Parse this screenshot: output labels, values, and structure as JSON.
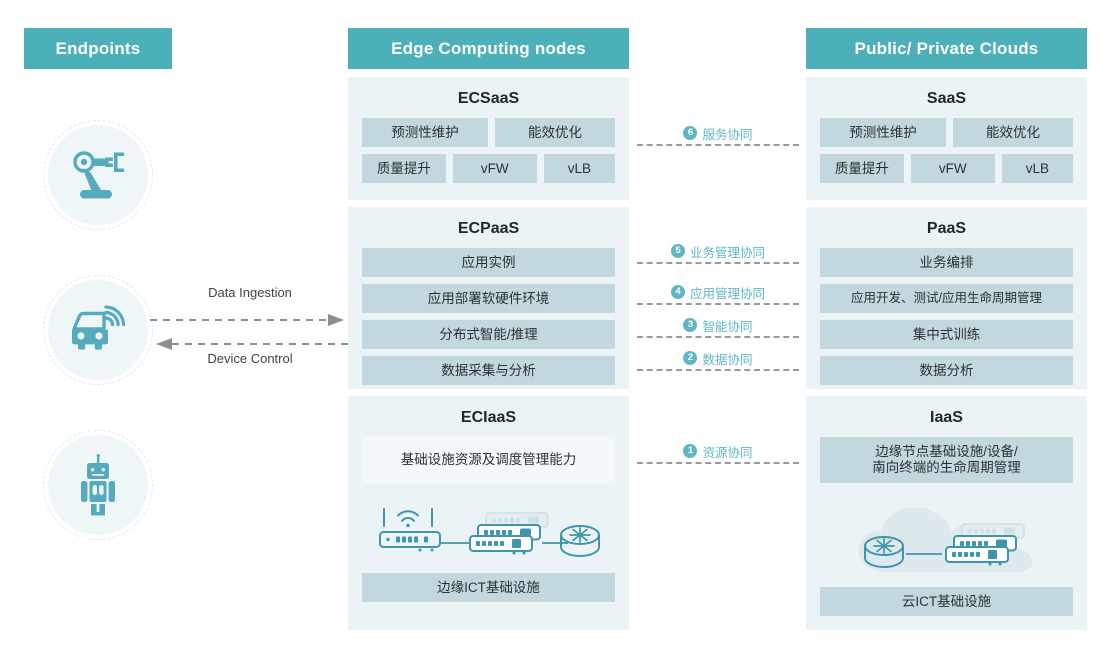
{
  "columns": {
    "endpoints_title": "Endpoints",
    "edge_title": "Edge Computing nodes",
    "cloud_title": "Public/ Private Clouds"
  },
  "endpoints": [
    {
      "icon": "robotic-arm-icon",
      "name": "endpoint-robotic-arm"
    },
    {
      "icon": "connected-vehicle-icon",
      "name": "endpoint-connected-vehicle"
    },
    {
      "icon": "robot-icon",
      "name": "endpoint-robot"
    }
  ],
  "flows": {
    "upstream_label": "Data Ingestion",
    "downstream_label": "Device Control"
  },
  "edge_stack": [
    {
      "title": "ECSaaS",
      "rows": [
        [
          "预测性维护",
          "能效优化"
        ],
        [
          "质量提升",
          "vFW",
          "vLB"
        ]
      ]
    },
    {
      "title": "ECPaaS",
      "rows": [
        [
          "应用实例"
        ],
        [
          "应用部署软硬件环境"
        ],
        [
          "分布式智能/推理"
        ],
        [
          "数据采集与分析"
        ]
      ]
    },
    {
      "title": "ECIaaS",
      "capability": "基础设施资源及调度管理能力",
      "footer": "边缘ICT基础设施"
    }
  ],
  "cloud_stack": [
    {
      "title": "SaaS",
      "rows": [
        [
          "预测性维护",
          "能效优化"
        ],
        [
          "质量提升",
          "vFW",
          "vLB"
        ]
      ]
    },
    {
      "title": "PaaS",
      "rows": [
        [
          "业务编排"
        ],
        [
          "应用开发、测试/应用生命周期管理"
        ],
        [
          "集中式训练"
        ],
        [
          "数据分析"
        ]
      ]
    },
    {
      "title": "IaaS",
      "capability": "边缘节点基础设施/设备/\n南向终端的生命周期管理",
      "footer": "云ICT基础设施"
    }
  ],
  "coordination": [
    {
      "number": "6",
      "label": "服务协同"
    },
    {
      "number": "5",
      "label": "业务管理协同"
    },
    {
      "number": "4",
      "label": "应用管理协同"
    },
    {
      "number": "3",
      "label": "智能协同"
    },
    {
      "number": "2",
      "label": "数据协同"
    },
    {
      "number": "1",
      "label": "资源协同"
    }
  ],
  "colors": {
    "header_teal": "#4cb0b8",
    "panel_bg": "#ecf3f6",
    "chip_bg": "#c3d8de",
    "chip_pale": "#f3f8fa",
    "accent": "#5fb7c4",
    "dashed_gray": "#9a9a9a"
  }
}
